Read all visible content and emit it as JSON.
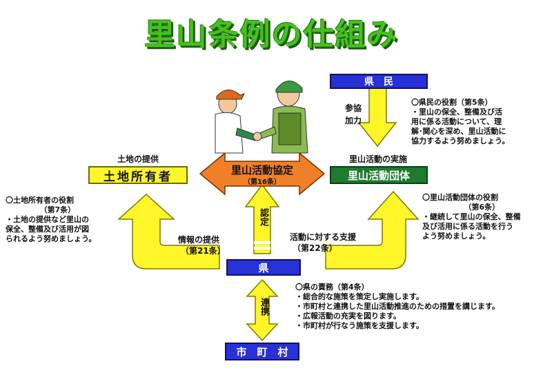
{
  "title": "里山条例の仕組み",
  "boxes": {
    "kenmin": "県　民",
    "owner": "土地所有者",
    "group": "里山活動団体",
    "pref": "県",
    "city": "市　町　村"
  },
  "arrows": {
    "agreement_title": "里山活動協定",
    "agreement_article": "（第16条）",
    "certify": "認定",
    "renkei": "連携",
    "sanka": "参協",
    "kaaryoku": "加力"
  },
  "labels": {
    "land_provision": "土地の提供",
    "activity_impl": "里山活動の実施",
    "info_provision": "情報の提供",
    "info_article": "（第21条）",
    "support": "活動に対する支援",
    "support_article": "（第22条）"
  },
  "notes": {
    "kenmin_role": "〇県民の役割（第5条）\n・里山の保全、整備及び活\n用に係る活動について、理\n解･関心を深め、里山活動に\n協力するよう努めましょう。",
    "owner_role": "〇土地所有者の役割\n　　　　　（第7条）\n・土地の提供など里山の\n保全、整備及び活用が図\nられるよう努めましょう。",
    "group_role": "〇里山活動団体の役割\n　　　　　　（第6条）\n・継続して里山の保全、整備\n及び活用に係る活動を行う\nよう努めましょう。",
    "pref_duty": "〇県の責務（第4条）\n・総合的な施策を策定し実施します。\n・市町村と連携した里山活動推進のための措置を講じます。\n・広報活動の充実を図ります。\n・市町村が行なう施策を支援します。"
  },
  "colors": {
    "title_green": "#44c21e",
    "box_blue": "#2830d8",
    "box_green": "#1e7a2e",
    "arrow_yellow": "#fff62a",
    "arrow_orange": "#f08028"
  }
}
